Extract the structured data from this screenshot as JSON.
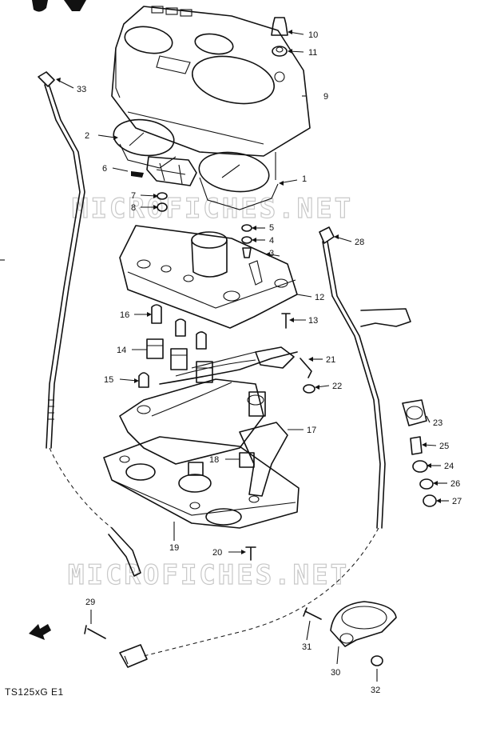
{
  "watermark": "MICROFICHES.NET",
  "caption": "TS125xG E1",
  "parts": [
    {
      "num": "1"
    },
    {
      "num": "2"
    },
    {
      "num": "3"
    },
    {
      "num": "4"
    },
    {
      "num": "5"
    },
    {
      "num": "6"
    },
    {
      "num": "7"
    },
    {
      "num": "8"
    },
    {
      "num": "9"
    },
    {
      "num": "10"
    },
    {
      "num": "11"
    },
    {
      "num": "12"
    },
    {
      "num": "13"
    },
    {
      "num": "14"
    },
    {
      "num": "15"
    },
    {
      "num": "16"
    },
    {
      "num": "17"
    },
    {
      "num": "18"
    },
    {
      "num": "19"
    },
    {
      "num": "20"
    },
    {
      "num": "21"
    },
    {
      "num": "22"
    },
    {
      "num": "23"
    },
    {
      "num": "24"
    },
    {
      "num": "25"
    },
    {
      "num": "26"
    },
    {
      "num": "27"
    },
    {
      "num": "28"
    },
    {
      "num": "29"
    },
    {
      "num": "30"
    },
    {
      "num": "31"
    },
    {
      "num": "32"
    },
    {
      "num": "33"
    }
  ]
}
